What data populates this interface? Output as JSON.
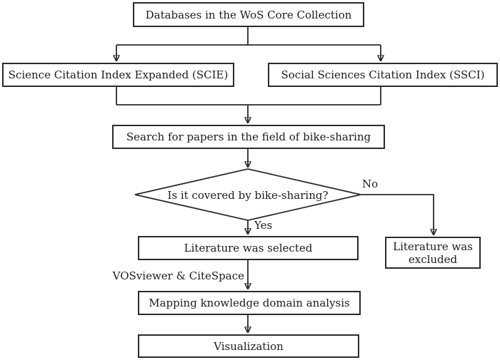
{
  "nodes": {
    "databases": {
      "label": "Databases in the WoS Core Collection"
    },
    "scie": {
      "label": "Science Citation Index Expanded (SCIE)"
    },
    "ssci": {
      "label": "Social Sciences Citation Index (SSCI)"
    },
    "search": {
      "label": "Search for papers in the field of bike-sharing"
    },
    "decision": {
      "label": "Is it covered by bike-sharing?"
    },
    "selected": {
      "label": "Literature was selected"
    },
    "excluded": {
      "label": "Literature was excluded"
    },
    "mapping": {
      "label": "Mapping knowledge domain analysis"
    },
    "visualization": {
      "label": "Visualization"
    }
  },
  "edge_labels": {
    "no": "No",
    "yes": "Yes",
    "tools": "VOSviewer & CiteSpace"
  },
  "colors": {
    "line_color": "#2b2b2b",
    "text_color": "#1c1c1c",
    "box_fill": "#ffffff",
    "bg": "#ffffff"
  }
}
